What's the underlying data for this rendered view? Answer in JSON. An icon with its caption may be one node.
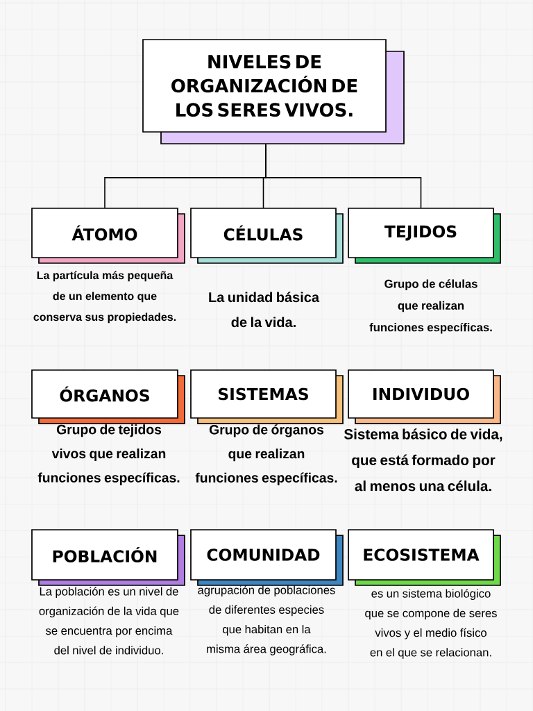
{
  "diagram": {
    "nodes": [
      {
        "text": [
          "NIVELES DE ORGANIZACIÓN DE LOS SERES VIVOS."
        ]
      },
      {
        "text": [
          "ÁTOMO"
        ],
        "beside": [
          "La partícula más pequeña de un elemento que conserva sus propiedades."
        ]
      },
      {
        "text": [
          "CÉLULAS"
        ],
        "beside": [
          "La unidad básica de la vida."
        ]
      },
      {
        "text": [
          "TEJIDOS"
        ],
        "beside": [
          "Grupo de células que realizan funciones específicas."
        ]
      },
      {
        "text": [
          "ÓRGANOS"
        ],
        "beside": [
          "Grupo de tejidos vivos que realizan funciones específicas."
        ]
      },
      {
        "text": [
          "SISTEMAS"
        ],
        "beside": [
          "Grupo de órganos que realizan funciones específicas."
        ]
      },
      {
        "text": [
          "INDIVIDUO"
        ],
        "beside": [
          "Sistema básico de vida, que está formado por al menos una célula."
        ]
      },
      {
        "text": [
          "POBLACIÓN"
        ],
        "beside": [
          "La población es un nivel de organización de la vida que se encuentra por encima del nivel de individuo."
        ]
      },
      {
        "text": [
          "COMUNIDAD"
        ],
        "beside": [
          "agrupación de poblaciones de diferentes especies que habitan en la misma área geográfica."
        ]
      },
      {
        "text": [
          "ECOSISTEMA"
        ],
        "beside": [
          "es un sistema biológico que se compone de seres vivos y el medio físico en el que se relacionan."
        ]
      }
    ],
    "edges": [
      {
        "from": 0,
        "to": 1,
        "arrow": "none"
      },
      {
        "from": 0,
        "to": 2,
        "arrow": "none"
      },
      {
        "from": 0,
        "to": 3,
        "arrow": "none"
      }
    ]
  }
}
